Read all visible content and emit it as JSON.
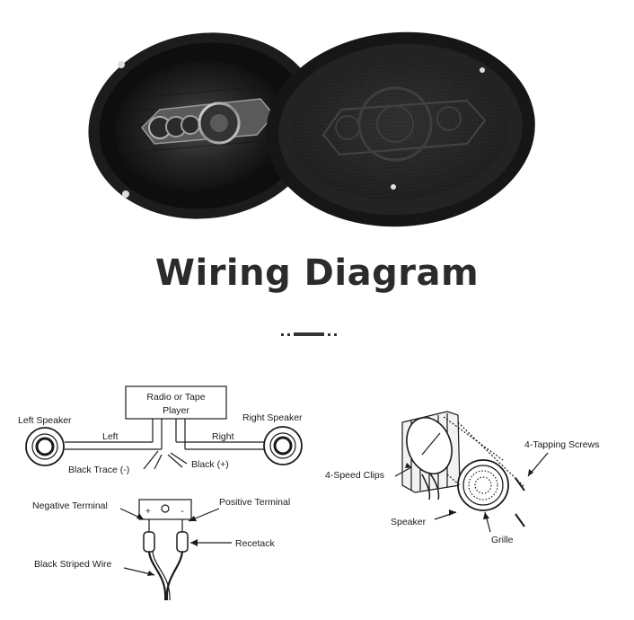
{
  "heading": {
    "title": "Wiring Diagram"
  },
  "left_diagram": {
    "radio_label_line1": "Radio or Tape",
    "radio_label_line2": "Player",
    "left_speaker": "Left Speaker",
    "right_speaker": "Right Speaker",
    "left": "Left",
    "right": "Right",
    "black_trace": "Black  Trace (-)",
    "black_plus": "Black  (+)",
    "negative_terminal": "Negative  Terminal",
    "positive_terminal": "Positive  Terminal",
    "recetack": "Recetack",
    "black_striped_wire": "Black  Striped  Wire",
    "minus_sign": "-",
    "plus_sign": "+"
  },
  "right_diagram": {
    "tapping_screws": "4-Tapping Screws",
    "speed_clips": "4-Speed  Clips",
    "speaker": "Speaker",
    "grille": "Grille"
  },
  "colors": {
    "title": "#2b2b2b",
    "line": "#1a1a1a",
    "speaker_dark": "#222222"
  }
}
